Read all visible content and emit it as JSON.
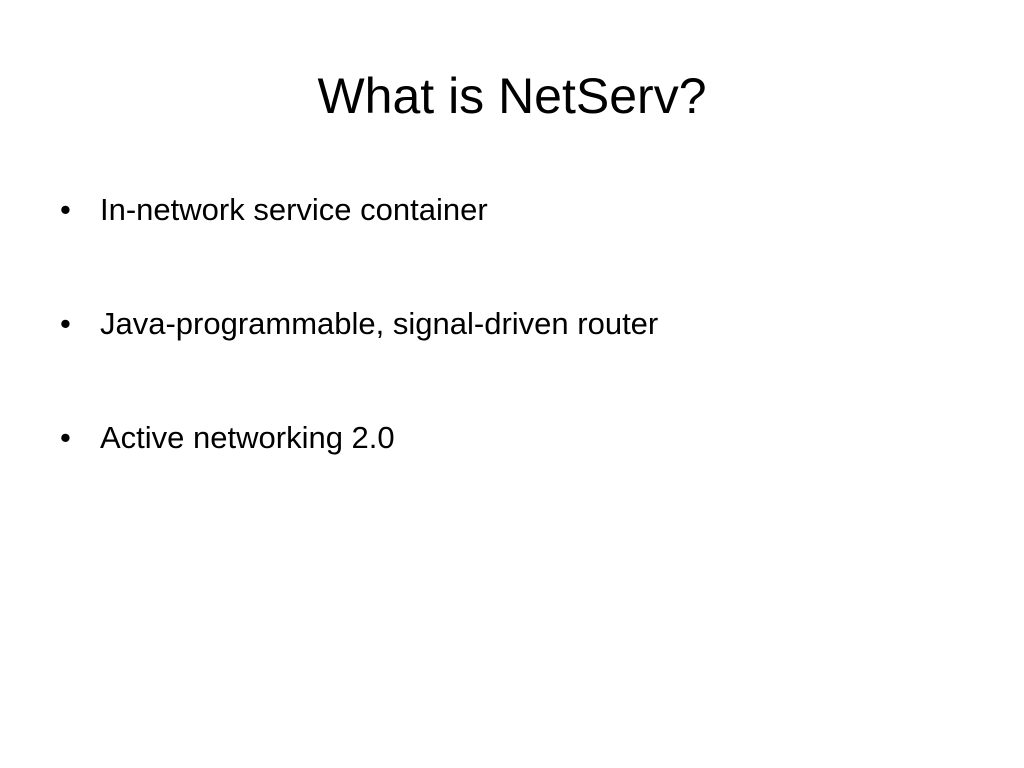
{
  "slide": {
    "title": "What is NetServ?",
    "bullet_symbol": "•",
    "bullets": [
      "In-network service container",
      "Java-programmable, signal-driven router",
      "Active networking 2.0"
    ]
  }
}
